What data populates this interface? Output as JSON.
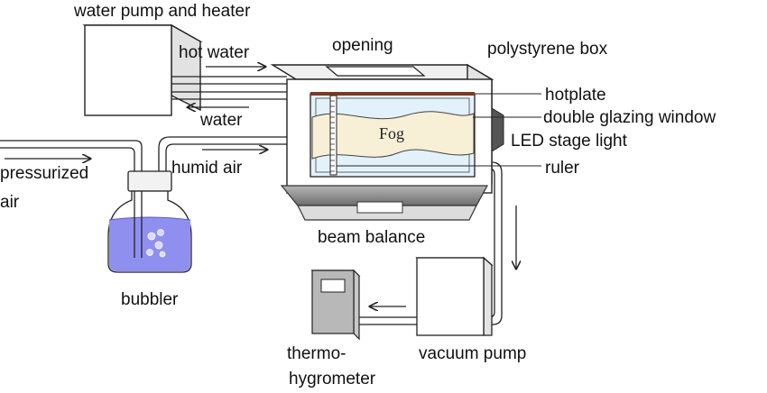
{
  "labels": {
    "water_pump_heater": "water pump and heater",
    "hot_water": "hot water",
    "water": "water",
    "opening": "opening",
    "polystyrene_box": "polystyrene box",
    "hotplate": "hotplate",
    "double_glazing_window": "double glazing window",
    "led_stage_light": "LED stage light",
    "ruler": "ruler",
    "fog": "Fog",
    "pressurized": "pressurized",
    "air": "air",
    "humid_air": "humid air",
    "beam_balance": "beam balance",
    "bubbler": "bubbler",
    "vacuum_pump": "vacuum pump",
    "thermo": "thermo-",
    "hygrometer": "hygrometer"
  },
  "colors": {
    "line": "#222222",
    "window_fill": "#e3f1fb",
    "fog_fill": "#f7f0d6",
    "hotplate": "#7a3b22",
    "bubbler_liquid": "#8f8ff0",
    "box_top": "#efefef",
    "balance": "#8a8a8a"
  }
}
